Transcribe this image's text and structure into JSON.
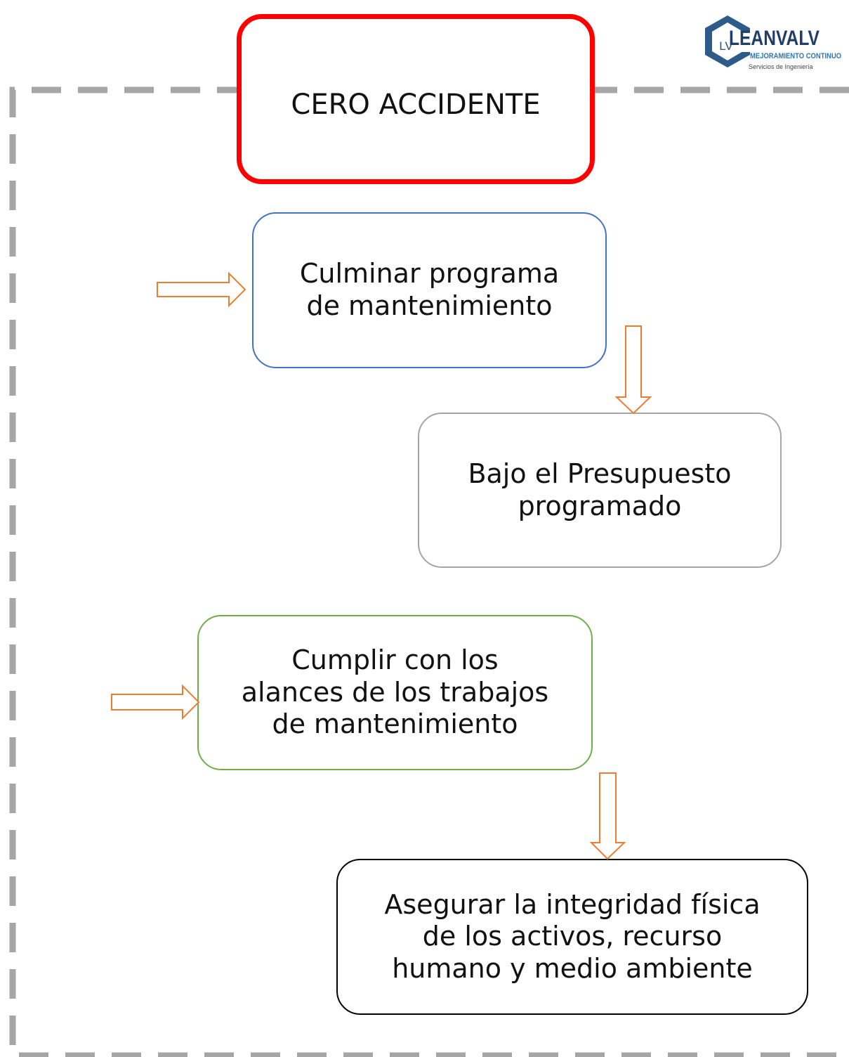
{
  "logo": {
    "badge": "LV",
    "brand": "LEANVALV",
    "tagline": "MEJORAMIENTO CONTINUO",
    "subtitle": "Servicios de Ingeniería"
  },
  "goal": {
    "label": "CERO ACCIDENTE"
  },
  "steps": [
    {
      "line1": "Culminar programa",
      "line2": "de mantenimiento"
    },
    {
      "line1": "Bajo el Presupuesto",
      "line2": "programado"
    },
    {
      "line1": "Cumplir con los",
      "line2": "alances de los trabajos",
      "line3": "de mantenimiento"
    },
    {
      "line1": "Asegurar la integridad física",
      "line2": "de los activos, recurso",
      "line3": "humano y medio ambiente"
    }
  ],
  "colors": {
    "goal_border": "#ff0000",
    "step1_border": "#4472c4",
    "step2_border": "#a5a5a5",
    "step3_border": "#70ad47",
    "step4_border": "#000000",
    "arrow": "#ed7d31",
    "dashed_frame": "#a6a6a6"
  }
}
